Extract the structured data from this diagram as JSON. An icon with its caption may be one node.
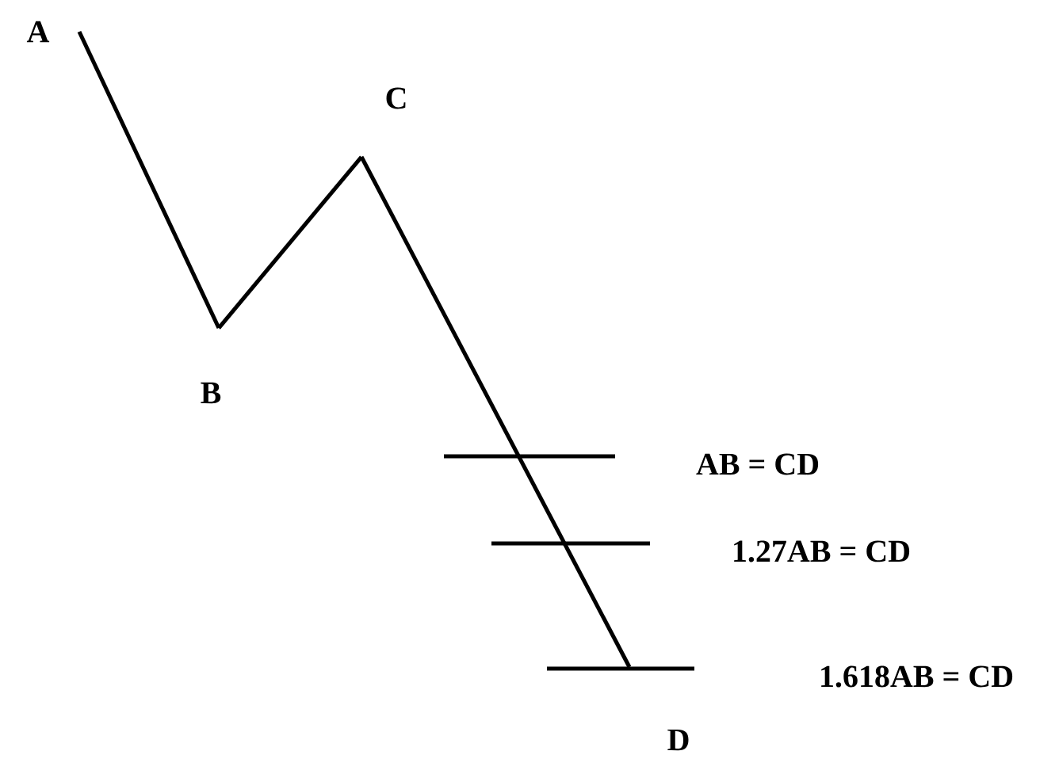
{
  "diagram": {
    "nodes": [
      {
        "text": [
          "A"
        ]
      },
      {
        "text": [
          "B"
        ]
      },
      {
        "text": [
          "C"
        ]
      },
      {
        "text": [
          "D"
        ]
      }
    ],
    "edges": [
      {
        "from": 0,
        "to": 1,
        "arrow": "none"
      },
      {
        "from": 1,
        "to": 2,
        "arrow": "none"
      },
      {
        "from": 2,
        "to": 3,
        "arrow": "none"
      }
    ],
    "labels": [
      "AB = CD",
      "1.27AB = CD",
      "1.618AB = CD"
    ]
  }
}
